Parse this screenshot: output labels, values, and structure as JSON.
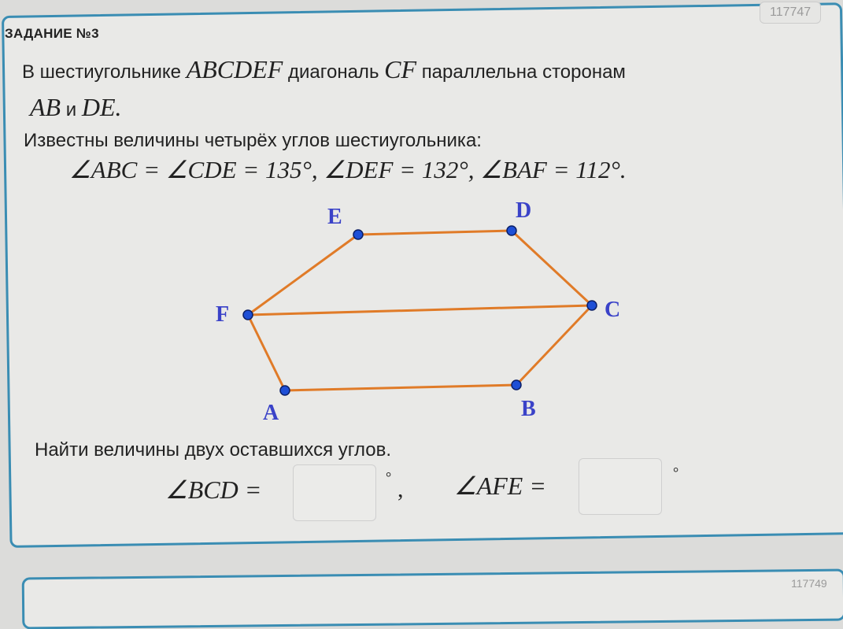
{
  "task": {
    "label": "ЗАДАНИЕ №3",
    "id": "117747",
    "next_id": "117749"
  },
  "statement": {
    "line1_pre": "В шестиугольнике",
    "hexagon": "ABCDEF",
    "line1_mid": "диагональ",
    "diagonal": "CF",
    "line1_post": "параллельна сторонам",
    "side1": "AB",
    "and": "и",
    "side2": "DE.",
    "known_intro": "Известны величины четырёх углов шестиугольника:",
    "known_angles": "∠ABC = ∠CDE = 135°, ∠DEF = 132°, ∠BAF = 112°."
  },
  "figure": {
    "vertex_labels": [
      "A",
      "B",
      "C",
      "D",
      "E",
      "F"
    ],
    "edge_color": "#e07b28",
    "point_color": "#1e4fd6",
    "label_color": "#3a42c8"
  },
  "question": {
    "prompt": "Найти величины двух оставшихся углов.",
    "answer1_label": "∠BCD =",
    "answer1_value": "",
    "answer2_label": "∠AFE =",
    "answer2_value": "",
    "degree": "°",
    "separator": ","
  }
}
